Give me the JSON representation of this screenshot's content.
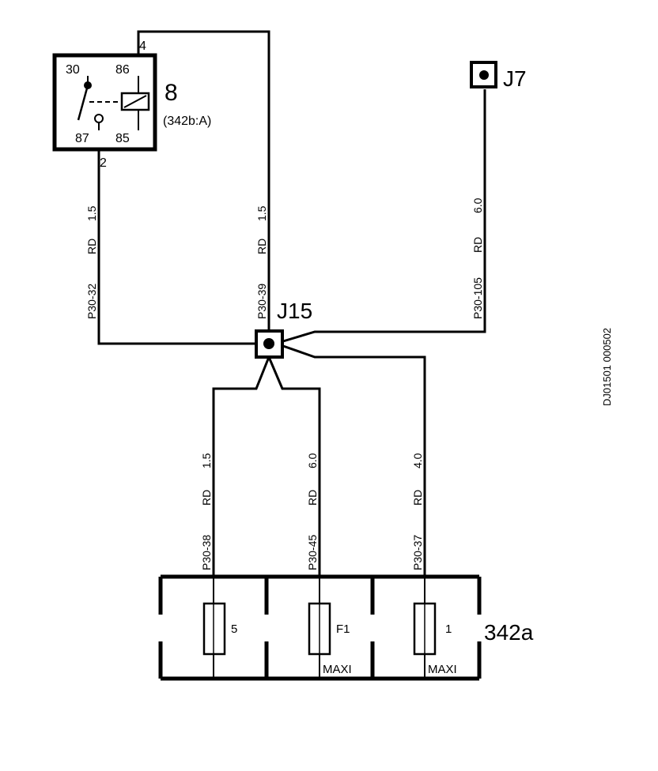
{
  "relay": {
    "number": "8",
    "reference": "(342b:A)",
    "pin_30": "30",
    "pin_86": "86",
    "pin_87": "87",
    "pin_85": "85",
    "terminal_top": "4",
    "terminal_bottom": "2"
  },
  "connectors": {
    "j7": "J7",
    "j15": "J15"
  },
  "fuse_box": {
    "label": "342a",
    "fuses": [
      {
        "number": "5",
        "type": ""
      },
      {
        "number": "F1",
        "type": "MAXI"
      },
      {
        "number": "1",
        "type": "MAXI"
      }
    ]
  },
  "wires": [
    {
      "id": "P30-32",
      "color": "RD",
      "size": "1.5"
    },
    {
      "id": "P30-39",
      "color": "RD",
      "size": "1.5"
    },
    {
      "id": "P30-105",
      "color": "RD",
      "size": "6.0"
    },
    {
      "id": "P30-38",
      "color": "RD",
      "size": "1.5"
    },
    {
      "id": "P30-45",
      "color": "RD",
      "size": "6.0"
    },
    {
      "id": "P30-37",
      "color": "RD",
      "size": "4.0"
    }
  ],
  "diagram_code": "DJ01501 000502"
}
